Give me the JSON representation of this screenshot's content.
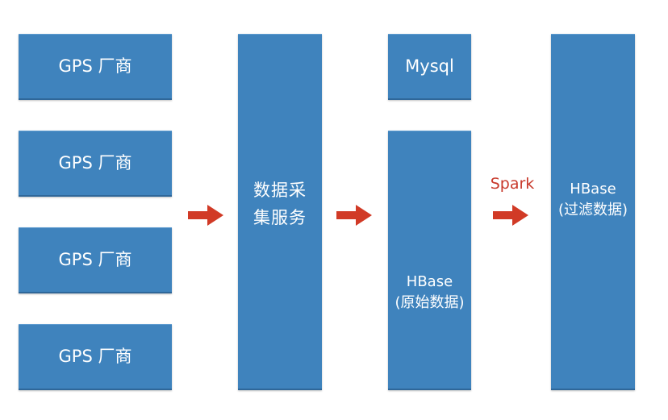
{
  "sources": [
    {
      "label": "GPS 厂商"
    },
    {
      "label": "GPS 厂商"
    },
    {
      "label": "GPS 厂商"
    },
    {
      "label": "GPS 厂商"
    }
  ],
  "collector": {
    "line1": "数据采",
    "line2": "集服务"
  },
  "mysql": {
    "label": "Mysql"
  },
  "hbase_raw": {
    "line1": "HBase",
    "line2": "(原始数据)"
  },
  "spark_label": "Spark",
  "hbase_filtered": {
    "line1": "HBase",
    "line2": "(过滤数据)"
  },
  "colors": {
    "box": "#3f83bd",
    "box_text": "#ffffff",
    "arrow": "#d13a26",
    "spark_text": "#c8392b"
  }
}
